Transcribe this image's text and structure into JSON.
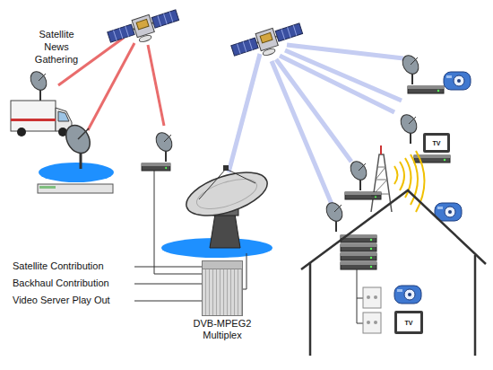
{
  "diagram": {
    "nodes": [
      {
        "text": [
          "TV"
        ]
      },
      {
        "text": [
          "DVB-MPEG2 Multiplex"
        ]
      },
      {
        "text": [
          "TV"
        ]
      }
    ],
    "labels": [
      "Satellite News Gathering",
      "Satellite Contribution",
      "Backhaul Contribution",
      "Video Server Play Out"
    ]
  }
}
